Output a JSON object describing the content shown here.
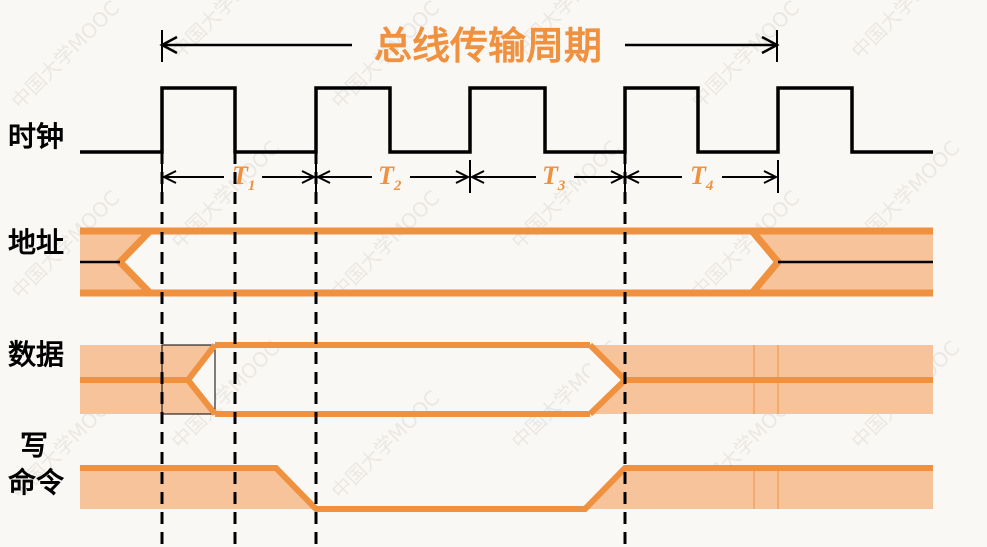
{
  "title": "总线传输周期",
  "signals": {
    "clock": "时钟",
    "address": "地址",
    "data": "数据",
    "write_line1": "写",
    "write_line2": "命令"
  },
  "periods": [
    {
      "letter": "T",
      "sub": "1"
    },
    {
      "letter": "T",
      "sub": "2"
    },
    {
      "letter": "T",
      "sub": "3"
    },
    {
      "letter": "T",
      "sub": "4"
    }
  ],
  "watermark": "中国大学MOOC",
  "colors": {
    "accent": "#f0913f",
    "fill": "#f6c39a",
    "line": "#000000",
    "background": "#faf8f5"
  }
}
